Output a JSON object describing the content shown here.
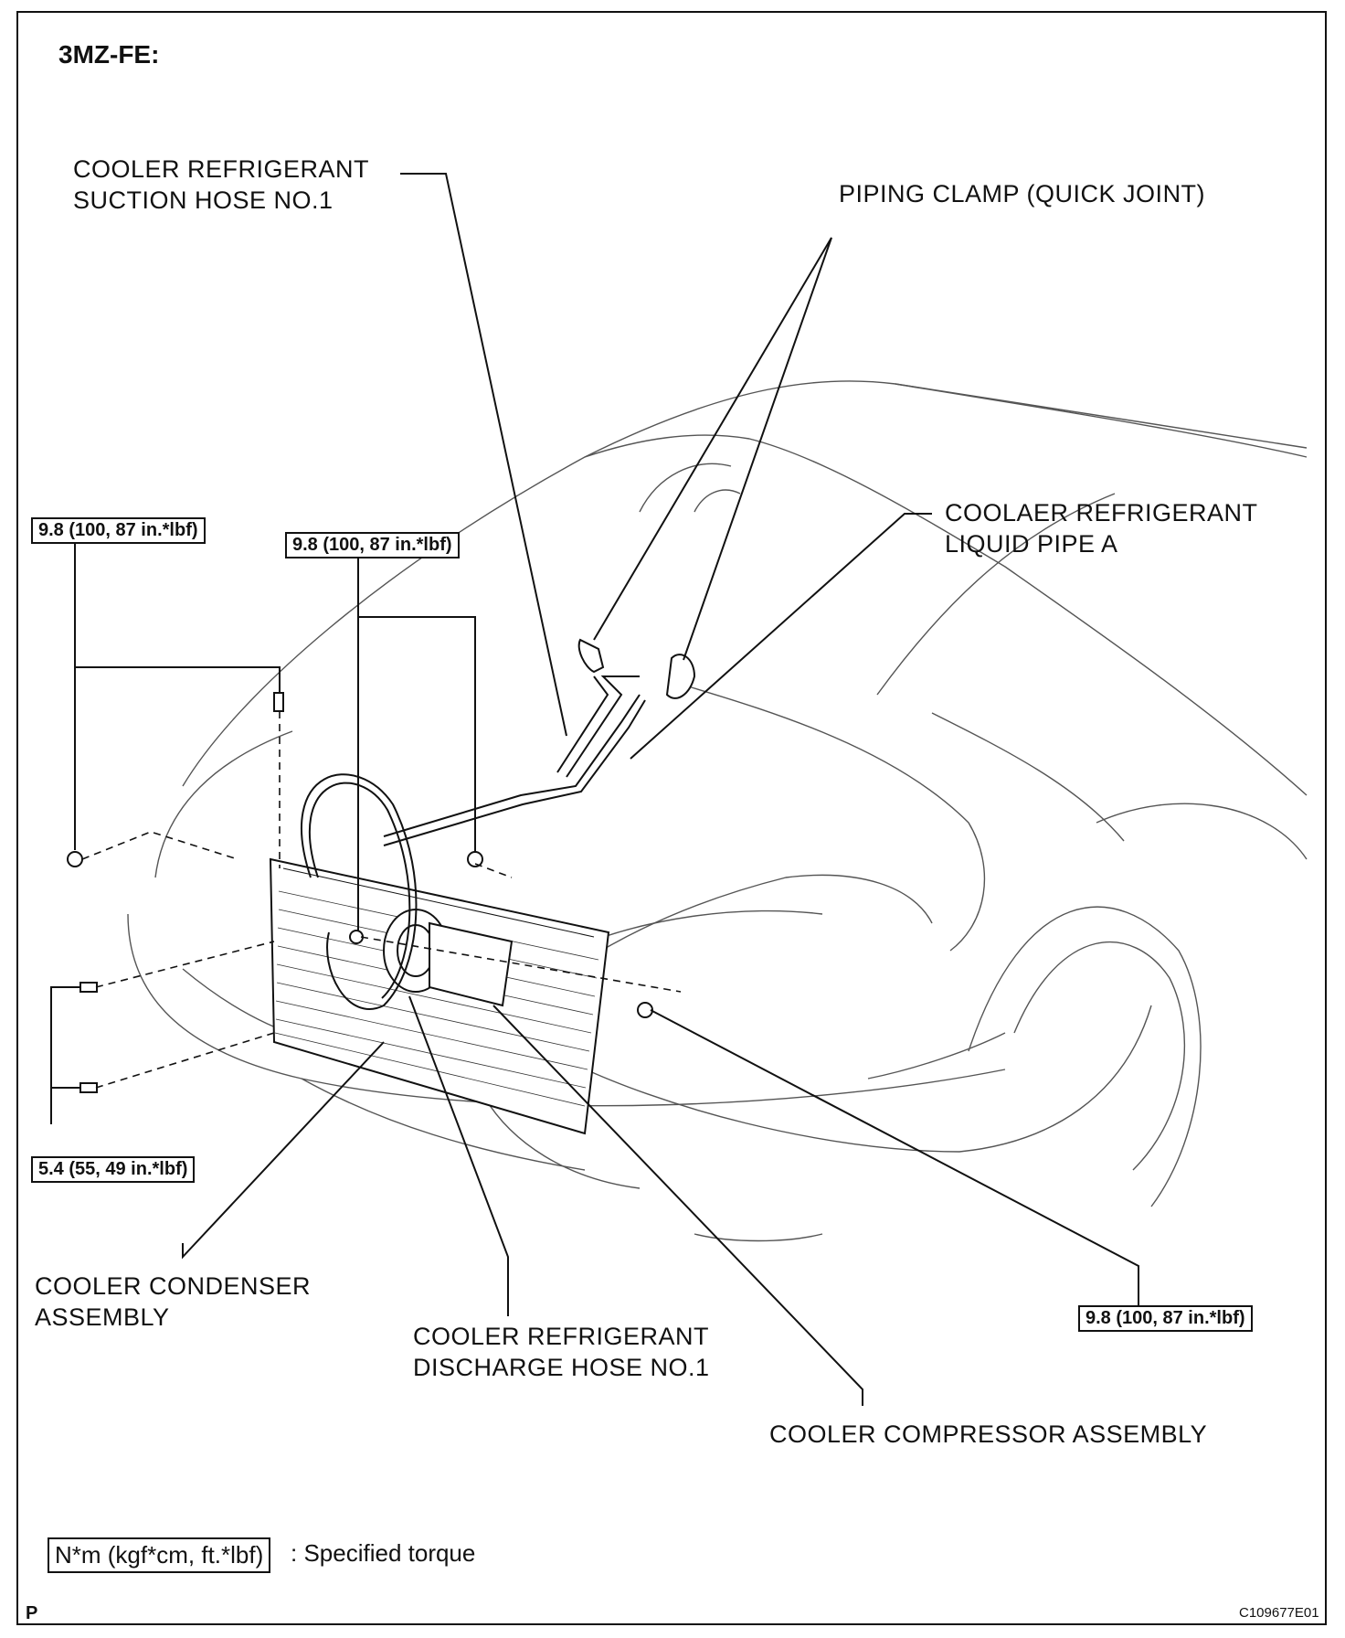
{
  "diagram": {
    "heading": "3MZ-FE:",
    "labels": {
      "suction_hose": "COOLER REFRIGERANT\nSUCTION HOSE NO.1",
      "piping_clamp": "PIPING CLAMP (QUICK JOINT)",
      "liquid_pipe": "COOLAER REFRIGERANT\nLIQUID PIPE A",
      "condenser": "COOLER CONDENSER\nASSEMBLY",
      "discharge_hose": "COOLER REFRIGERANT\nDISCHARGE HOSE NO.1",
      "compressor": "COOLER COMPRESSOR ASSEMBLY"
    },
    "torques": {
      "left_top": "9.8 (100, 87 in.*lbf)",
      "center_top": "9.8 (100, 87 in.*lbf)",
      "left_bottom": "5.4 (55, 49 in.*lbf)",
      "right": "9.8 (100, 87 in.*lbf)"
    },
    "legend": {
      "box": "N*m (kgf*cm, ft.*lbf)",
      "text": ": Specified torque"
    },
    "corner_letter": "P",
    "figure_code": "C109677E01"
  }
}
